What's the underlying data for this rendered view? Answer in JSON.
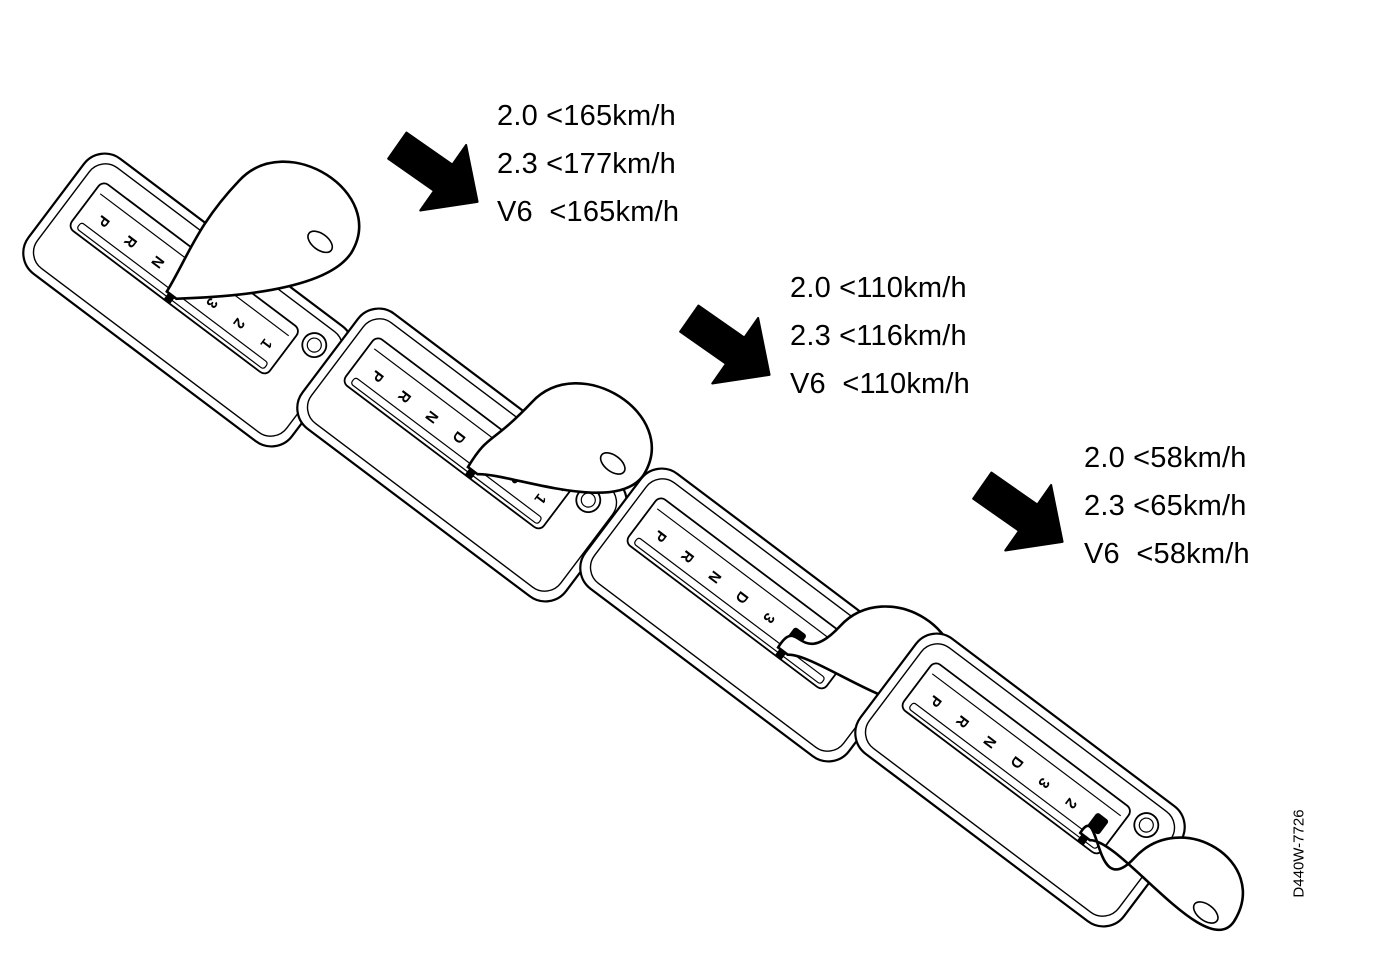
{
  "figure": {
    "code": "D440W-7726",
    "colors": {
      "ink": "#000000",
      "paper": "#ffffff"
    }
  },
  "gear_positions": [
    "P",
    "R",
    "N",
    "D",
    "3",
    "2",
    "1"
  ],
  "panels": [
    {
      "selected": "D",
      "icon": "arrow-down-right-icon",
      "speeds": [
        {
          "text": "2.0 <165km/h"
        },
        {
          "text": "2.3 <177km/h"
        },
        {
          "text": "V6  <165km/h"
        }
      ]
    },
    {
      "selected": "3",
      "icon": "arrow-down-right-icon",
      "speeds": [
        {
          "text": "2.0 <110km/h"
        },
        {
          "text": "2.3 <116km/h"
        },
        {
          "text": "V6  <110km/h"
        }
      ]
    },
    {
      "selected": "2",
      "icon": "arrow-down-right-icon",
      "speeds": [
        {
          "text": "2.0 <58km/h"
        },
        {
          "text": "2.3 <65km/h"
        },
        {
          "text": "V6  <58km/h"
        }
      ]
    },
    {
      "selected": "1"
    }
  ]
}
